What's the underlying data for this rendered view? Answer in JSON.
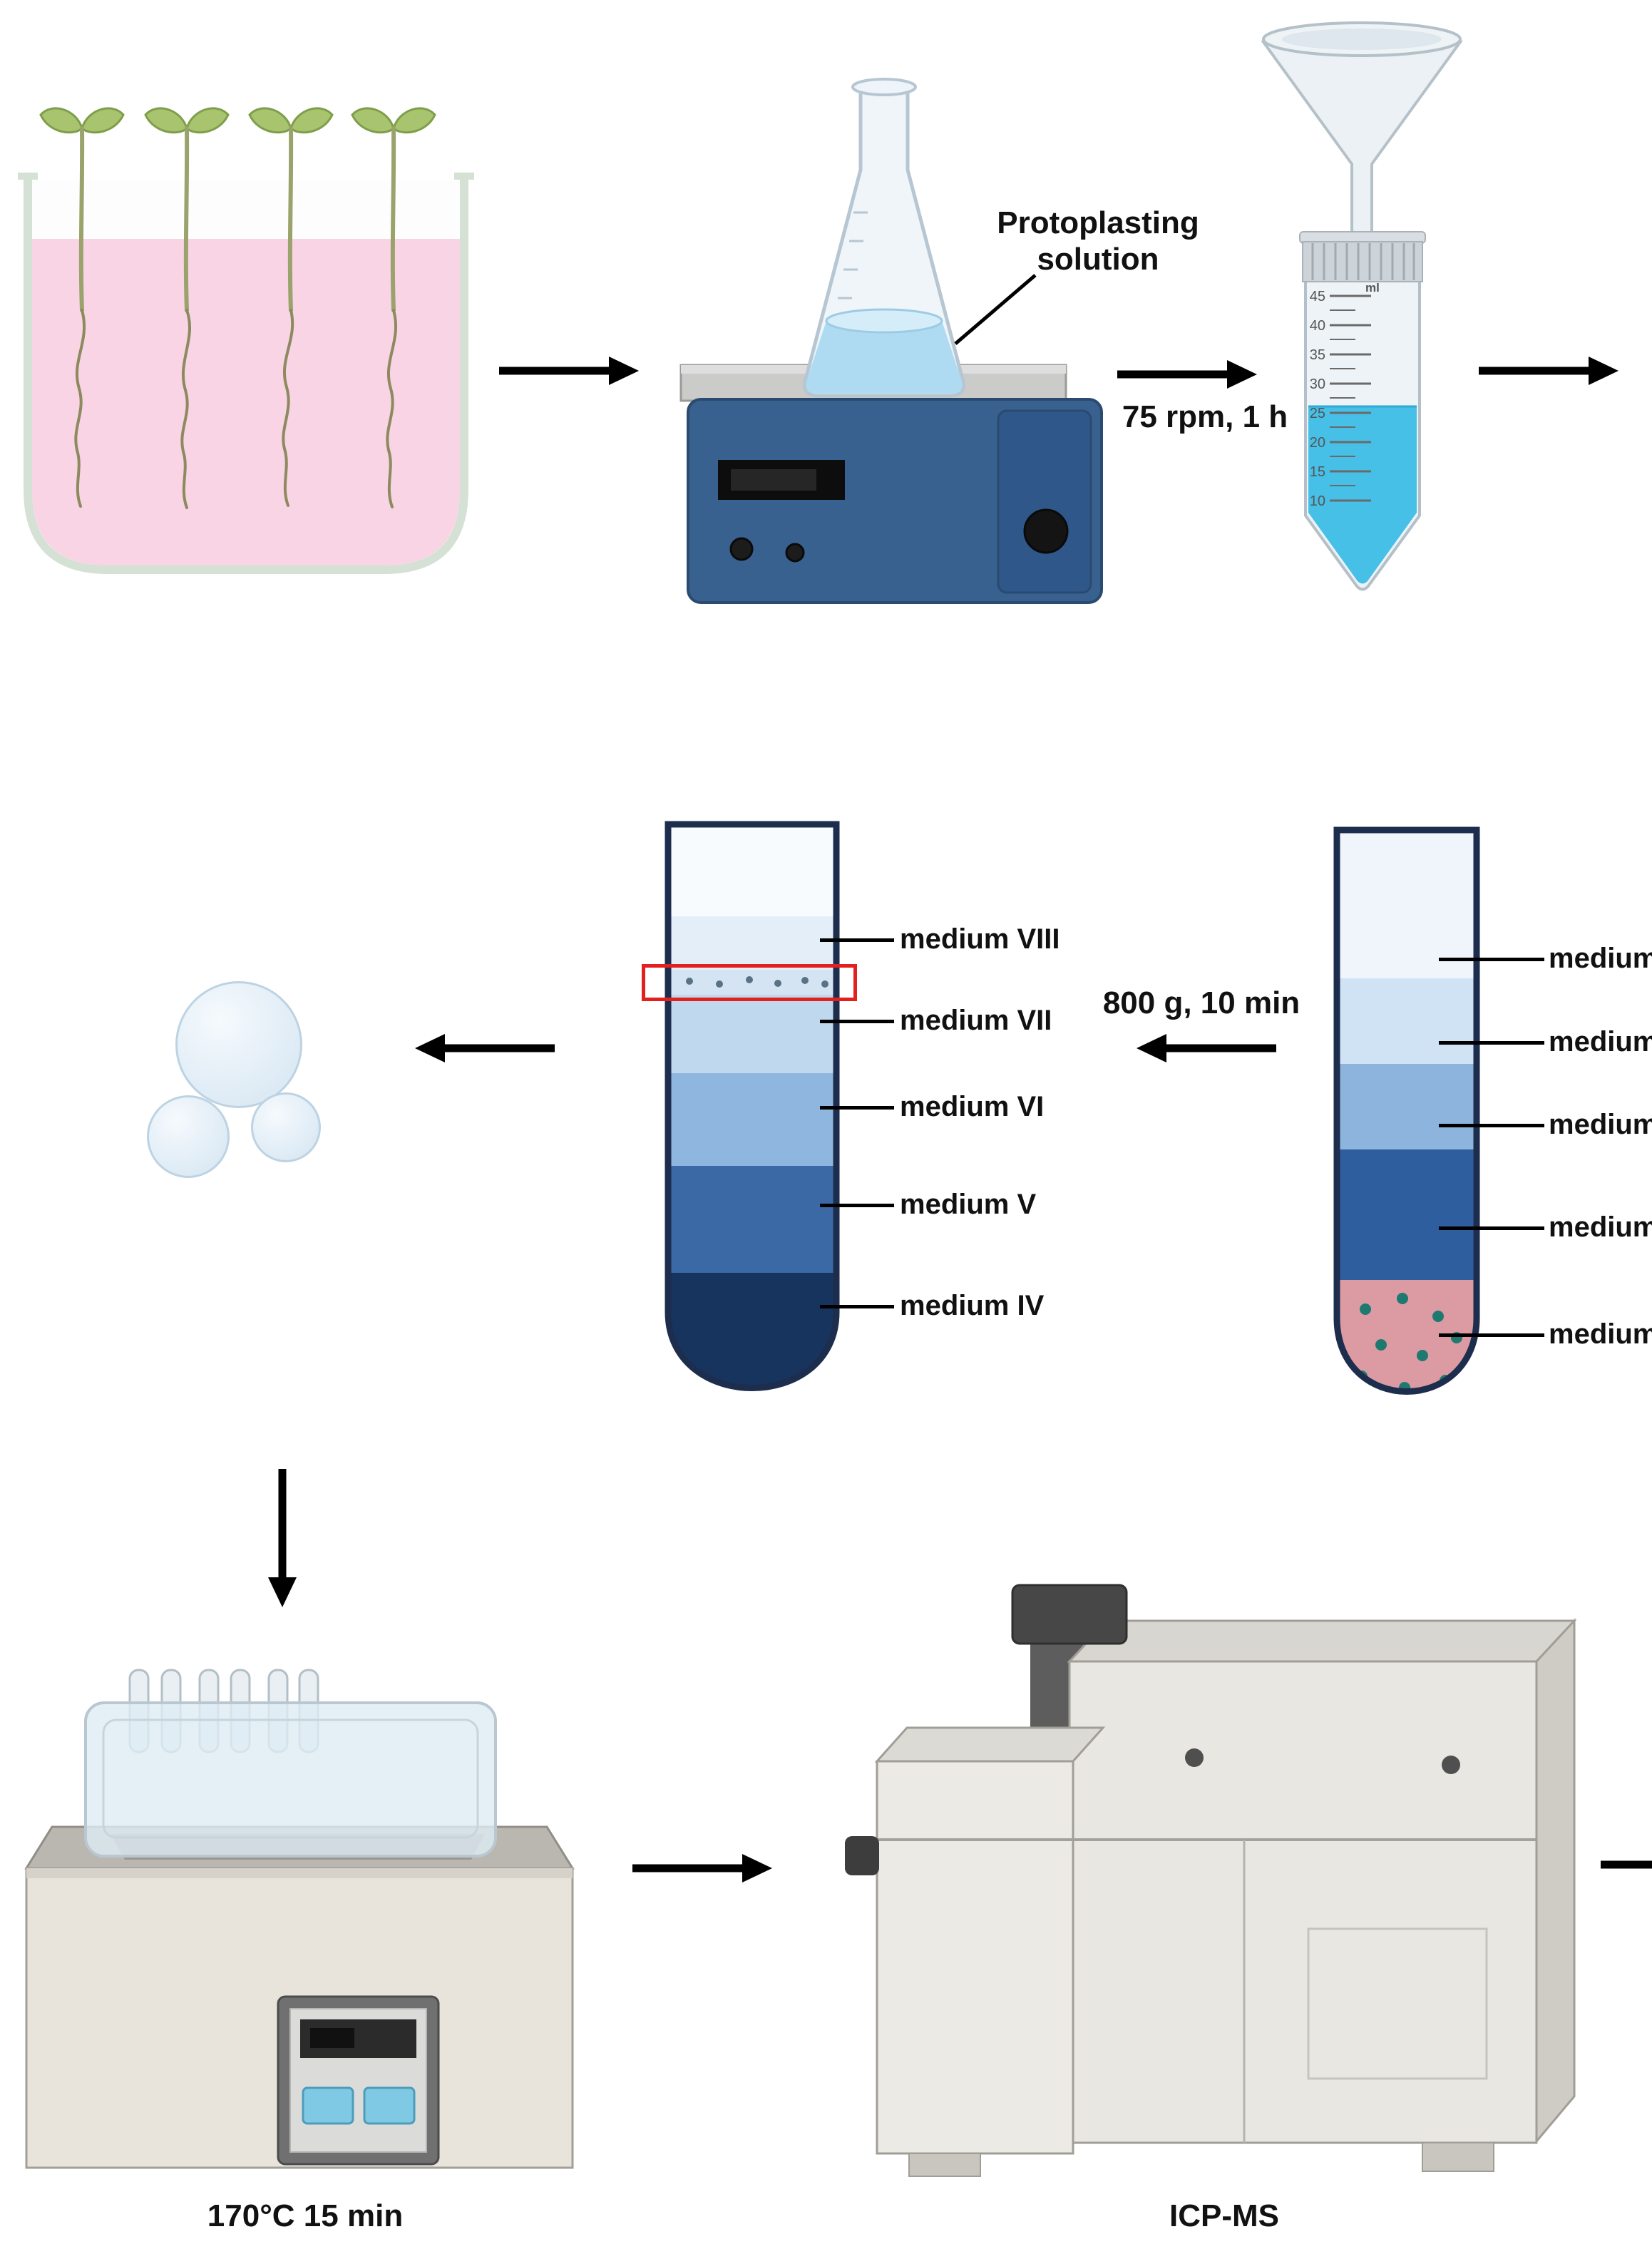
{
  "flask": {
    "line1": "Protoplasting",
    "line2": "solution"
  },
  "steps": {
    "shake": "75 rpm, 1 h",
    "centrifuge": "800 g, 10 min",
    "digestion": "170°C 15 min",
    "analysis": "ICP-MS"
  },
  "gradient_tube": {
    "labels": [
      "medium VIII",
      "medium VII",
      "medium VI",
      "medium V",
      "medium IV"
    ]
  },
  "result_tube": {
    "labels": [
      "medium",
      "medium",
      "medium",
      "medium",
      "medium"
    ]
  },
  "falcon": {
    "unit": "ml",
    "graduations": [
      "45",
      "40",
      "35",
      "30",
      "25",
      "20",
      "15",
      "10"
    ]
  },
  "colors": {
    "highlight_red": "#e3201e",
    "cyan_liquid": "#47c0e7",
    "pink_medium": "#f8d4e4",
    "layer_dark_blue": "#17345e",
    "pellet_pink": "#dc9aa3",
    "shaker_blue": "#38618f"
  }
}
